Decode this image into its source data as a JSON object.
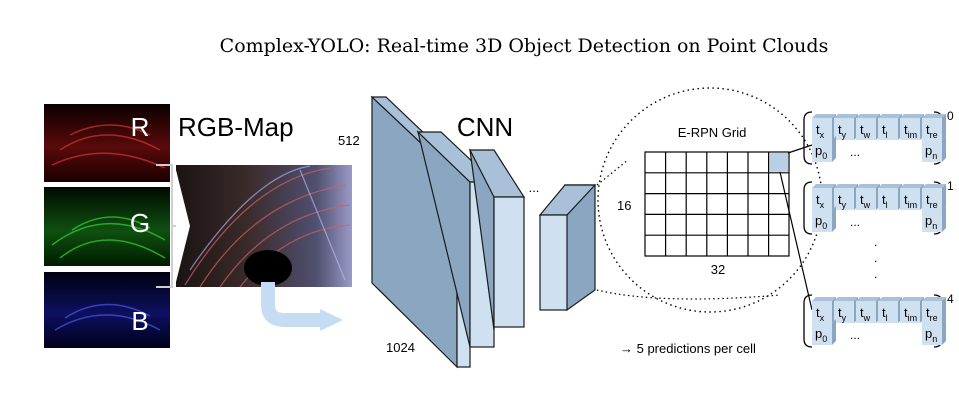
{
  "title": "Complex-YOLO: Real-time 3D Object Detection on Point Clouds",
  "channels": [
    "R",
    "G",
    "B"
  ],
  "rgb_map_label": "RGB-Map",
  "cnn_label": "CNN",
  "dim_512": "512",
  "dim_1024": "1024",
  "ellipsis": "...",
  "grid_title": "E-RPN Grid",
  "grid_rows": "16",
  "grid_cols": "32",
  "predictions_note": "→ 5 predictions per cell",
  "vector_top_labels": [
    "t",
    "t",
    "t",
    "t",
    "t",
    "t"
  ],
  "vector_top_subs": [
    "x",
    "y",
    "w",
    "l",
    "im",
    "re"
  ],
  "vector_bottom_p0": "p",
  "vector_bottom_p0_sub": "0",
  "vector_bottom_dots": "...",
  "vector_bottom_pn": "p",
  "vector_bottom_pn_sub": "n",
  "vector_indices": [
    "0",
    "1",
    "4"
  ],
  "colors": {
    "box_face": "#cfe0f0",
    "box_side": "#8aa6c1",
    "box_top": "#a9c1d8",
    "arrow": "#c6dcf2"
  }
}
